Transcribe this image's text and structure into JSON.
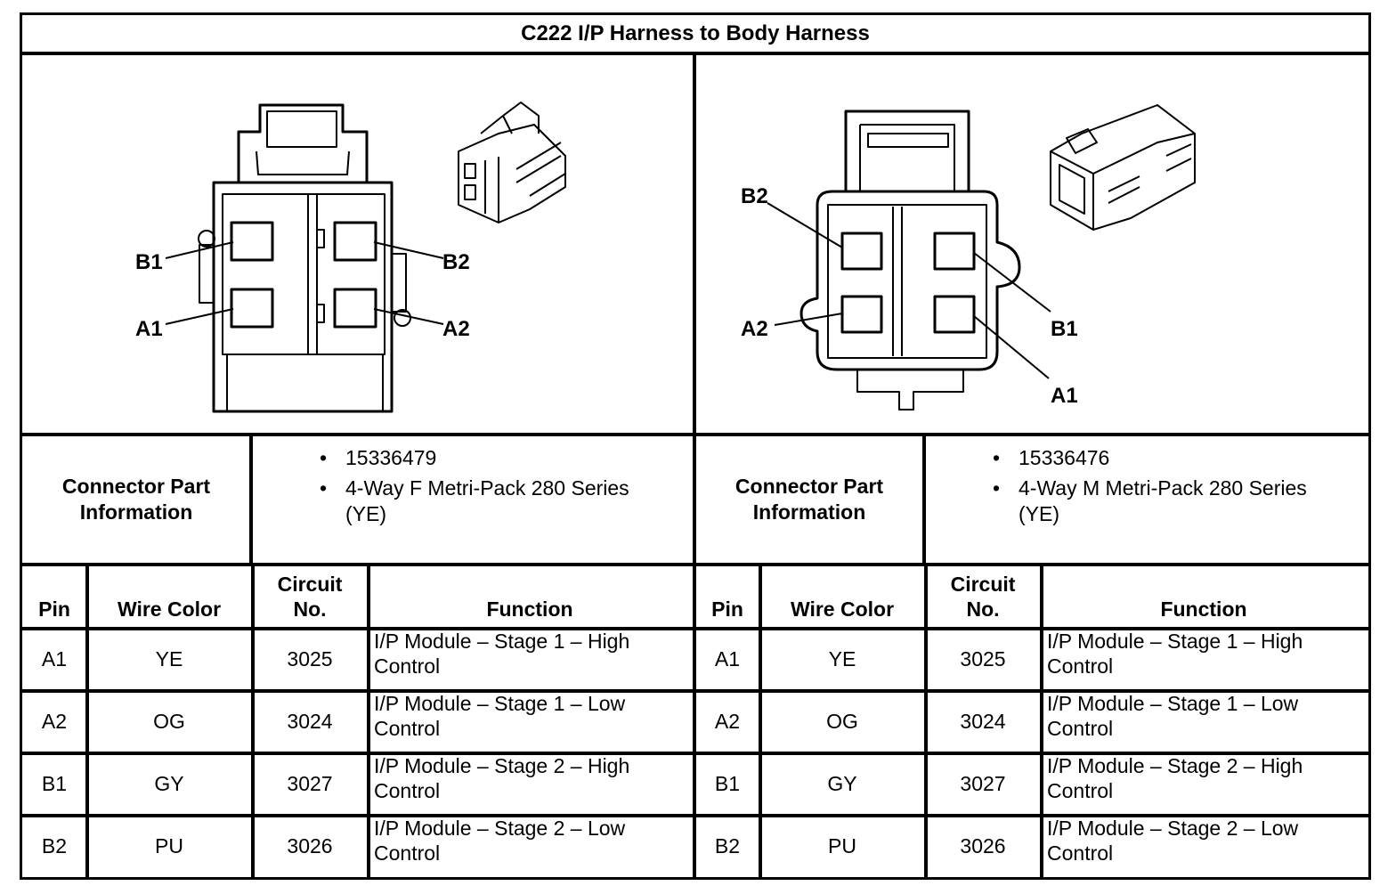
{
  "title": "C222 I/P Harness to Body Harness",
  "left_connector": {
    "pin_labels": [
      "B1",
      "B2",
      "A1",
      "A2"
    ],
    "info_label_line1": "Connector Part",
    "info_label_line2": "Information",
    "part_number": "15336479",
    "description_line1": "4-Way F Metri-Pack 280 Series",
    "description_line2": "(YE)"
  },
  "right_connector": {
    "pin_labels": [
      "B2",
      "A2",
      "B1",
      "A1"
    ],
    "info_label_line1": "Connector Part",
    "info_label_line2": "Information",
    "part_number": "15336476",
    "description_line1": "4-Way M Metri-Pack 280 Series",
    "description_line2": "(YE)"
  },
  "bullet": "•",
  "headers": {
    "pin": "Pin",
    "wire_color": "Wire Color",
    "circuit_line1": "Circuit",
    "circuit_line2": "No.",
    "function": "Function"
  },
  "left_rows": [
    {
      "pin": "A1",
      "color": "YE",
      "circuit": "3025",
      "function_line1": "I/P Module – Stage 1 – High",
      "function_line2": "Control"
    },
    {
      "pin": "A2",
      "color": "OG",
      "circuit": "3024",
      "function_line1": "I/P Module – Stage 1 – Low",
      "function_line2": "Control"
    },
    {
      "pin": "B1",
      "color": "GY",
      "circuit": "3027",
      "function_line1": "I/P Module – Stage 2 – High",
      "function_line2": "Control"
    },
    {
      "pin": "B2",
      "color": "PU",
      "circuit": "3026",
      "function_line1": "I/P Module – Stage 2 – Low",
      "function_line2": "Control"
    }
  ],
  "right_rows": [
    {
      "pin": "A1",
      "color": "YE",
      "circuit": "3025",
      "function_line1": "I/P Module – Stage 1 – High",
      "function_line2": "Control"
    },
    {
      "pin": "A2",
      "color": "OG",
      "circuit": "3024",
      "function_line1": "I/P Module – Stage 1 – Low",
      "function_line2": "Control"
    },
    {
      "pin": "B1",
      "color": "GY",
      "circuit": "3027",
      "function_line1": "I/P Module – Stage 2 – High",
      "function_line2": "Control"
    },
    {
      "pin": "B2",
      "color": "PU",
      "circuit": "3026",
      "function_line1": "I/P Module – Stage 2 – Low",
      "function_line2": "Control"
    }
  ]
}
